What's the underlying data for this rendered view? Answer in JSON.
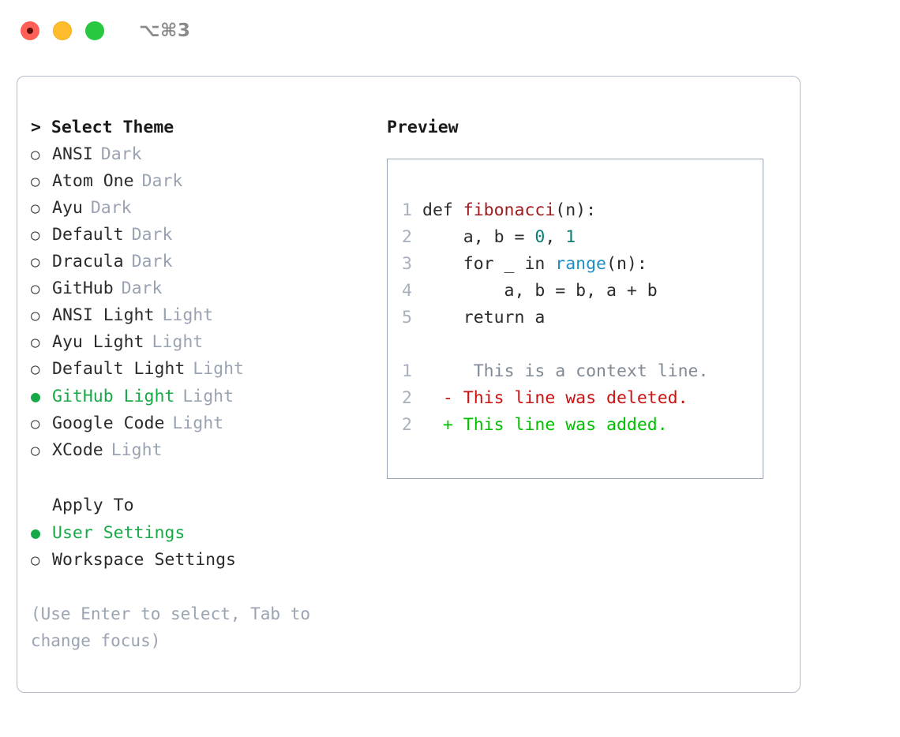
{
  "titlebar": {
    "shortcut": "⌥⌘3",
    "lights": [
      {
        "name": "close",
        "color": "#ff5f57"
      },
      {
        "name": "minimize",
        "color": "#ffbd2e"
      },
      {
        "name": "maximize",
        "color": "#28c840"
      }
    ]
  },
  "theme_picker": {
    "header": "> Select Theme",
    "selected_marker": "●",
    "unselected_marker": "○",
    "selected_color": "#17a948",
    "tag_color": "#9aa3b2",
    "items": [
      {
        "name": "ANSI",
        "tag": "Dark",
        "selected": false
      },
      {
        "name": "Atom One",
        "tag": "Dark",
        "selected": false
      },
      {
        "name": "Ayu",
        "tag": "Dark",
        "selected": false
      },
      {
        "name": "Default",
        "tag": "Dark",
        "selected": false
      },
      {
        "name": "Dracula",
        "tag": "Dark",
        "selected": false
      },
      {
        "name": "GitHub",
        "tag": "Dark",
        "selected": false
      },
      {
        "name": "ANSI Light",
        "tag": "Light",
        "selected": false
      },
      {
        "name": "Ayu Light",
        "tag": "Light",
        "selected": false
      },
      {
        "name": "Default Light",
        "tag": "Light",
        "selected": false
      },
      {
        "name": "GitHub Light",
        "tag": "Light",
        "selected": true
      },
      {
        "name": "Google Code",
        "tag": "Light",
        "selected": false
      },
      {
        "name": "XCode",
        "tag": "Light",
        "selected": false
      }
    ]
  },
  "apply_to": {
    "label": "Apply To",
    "items": [
      {
        "name": "User Settings",
        "selected": true
      },
      {
        "name": "Workspace Settings",
        "selected": false
      }
    ]
  },
  "hint": "(Use Enter to select, Tab to change focus)",
  "preview": {
    "title": "Preview",
    "code_lines": [
      {
        "lno": "1",
        "tokens": [
          {
            "text": "def ",
            "type": "plain"
          },
          {
            "text": "fibonacci",
            "type": "fn"
          },
          {
            "text": "(n):",
            "type": "plain"
          }
        ]
      },
      {
        "lno": "2",
        "tokens": [
          {
            "text": "    a, b = ",
            "type": "plain"
          },
          {
            "text": "0",
            "type": "num"
          },
          {
            "text": ", ",
            "type": "plain"
          },
          {
            "text": "1",
            "type": "num"
          }
        ]
      },
      {
        "lno": "3",
        "tokens": [
          {
            "text": "    for _ in ",
            "type": "plain"
          },
          {
            "text": "range",
            "type": "call"
          },
          {
            "text": "(n):",
            "type": "plain"
          }
        ]
      },
      {
        "lno": "4",
        "tokens": [
          {
            "text": "        a, b = b, a + b",
            "type": "plain"
          }
        ]
      },
      {
        "lno": "5",
        "tokens": [
          {
            "text": "    return a",
            "type": "plain"
          }
        ]
      }
    ],
    "diff_lines": [
      {
        "lno": "1",
        "marker": " ",
        "text": "  This is a context line.",
        "type": "ctx"
      },
      {
        "lno": "2",
        "marker": "-",
        "text": " This line was deleted.",
        "type": "del"
      },
      {
        "lno": "2",
        "marker": "+",
        "text": " This line was added.",
        "type": "add"
      }
    ],
    "syntax_colors": {
      "function": "#a01c20",
      "number": "#0d7d76",
      "builtin": "#1f8ec4",
      "plain": "#2b2b2b",
      "line_number": "#a8b0bd",
      "diff_context": "#808a95",
      "diff_deleted": "#cc1111",
      "diff_added": "#00c000"
    }
  }
}
